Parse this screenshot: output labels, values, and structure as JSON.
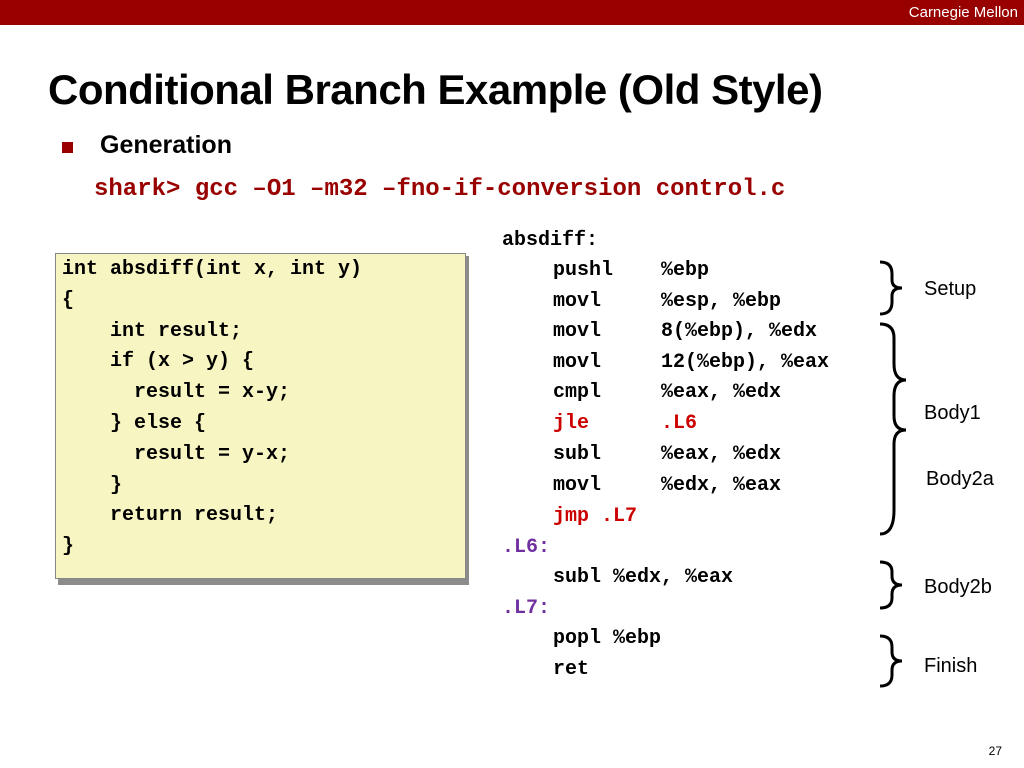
{
  "header": {
    "brand": "Carnegie Mellon"
  },
  "slide": {
    "title": "Conditional Branch Example (Old Style)",
    "bullet": "Generation",
    "command": "shark> gcc –O1 –m32 –fno-if-conversion control.c",
    "page_number": "27"
  },
  "c_code": [
    "int absdiff(int x, int y)",
    "{",
    "    int result;",
    "    if (x > y) {",
    "      result = x-y;",
    "    } else {",
    "      result = y-x;",
    "    }",
    "    return result;",
    "}"
  ],
  "asm": {
    "label_absdiff": "absdiff:",
    "rows": [
      {
        "op": "pushl",
        "args": "%ebp"
      },
      {
        "op": "movl",
        "args": "%esp, %ebp"
      },
      {
        "op": "movl",
        "args": "8(%ebp), %edx"
      },
      {
        "op": "movl",
        "args": "12(%ebp), %eax"
      },
      {
        "op": "cmpl",
        "args": "%eax, %edx"
      },
      {
        "op": "jle",
        "args": ".L6"
      },
      {
        "op": "subl",
        "args": "%eax, %edx"
      },
      {
        "op": "movl",
        "args": "%edx, %eax"
      },
      {
        "line": "jmp .L7"
      },
      {
        "line": "subl %edx, %eax"
      },
      {
        "line": "popl %ebp"
      },
      {
        "line": "ret"
      }
    ],
    "label_L6": ".L6:",
    "label_L7": ".L7:"
  },
  "sections": {
    "setup": "Setup",
    "body1": "Body1",
    "body2a": "Body2a",
    "body2b": "Body2b",
    "finish": "Finish"
  },
  "colors": {
    "accent": "#990000",
    "branch": "#cc0000",
    "label": "#7030a0",
    "code_bg": "#f7f5c2"
  }
}
